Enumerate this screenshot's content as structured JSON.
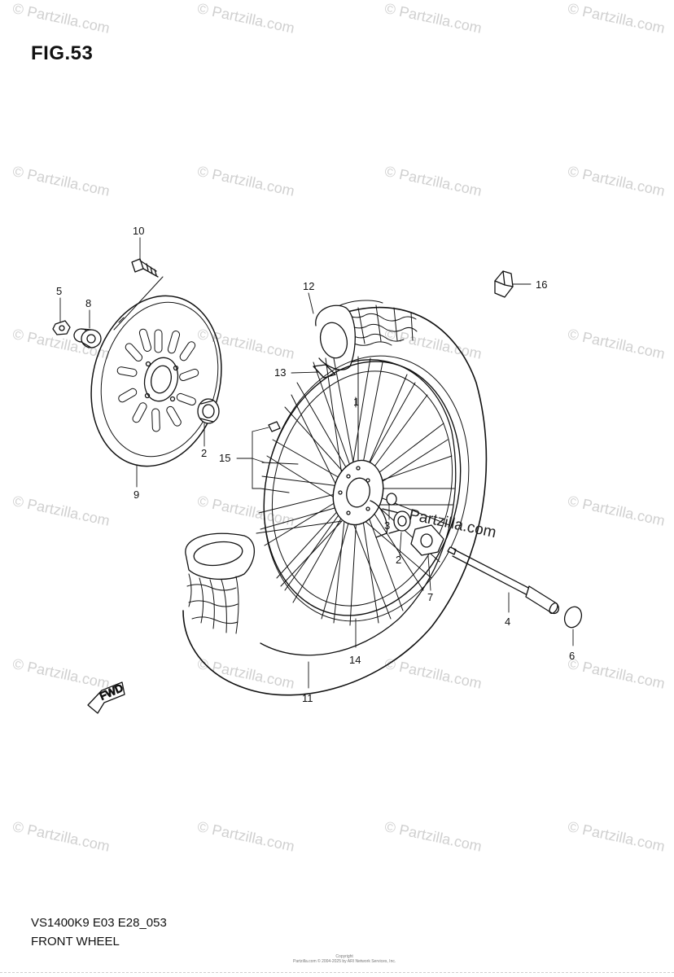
{
  "figure": {
    "title": "FIG.53",
    "model_code": "VS1400K9 E03 E28_053",
    "caption": "FRONT WHEEL",
    "fwd_label": "FWD"
  },
  "watermark": {
    "text": "© Partzilla.com",
    "text_dark": "Partzilla.com"
  },
  "copyright": {
    "line1": "Copyright",
    "line2": "Partzilla.com © 2004-2025 by ARI Network Services, Inc."
  },
  "callouts": [
    {
      "id": "1",
      "label": "1"
    },
    {
      "id": "2a",
      "label": "2"
    },
    {
      "id": "2b",
      "label": "2"
    },
    {
      "id": "3",
      "label": "3"
    },
    {
      "id": "4",
      "label": "4"
    },
    {
      "id": "5",
      "label": "5"
    },
    {
      "id": "6",
      "label": "6"
    },
    {
      "id": "7",
      "label": "7"
    },
    {
      "id": "8",
      "label": "8"
    },
    {
      "id": "9",
      "label": "9"
    },
    {
      "id": "10",
      "label": "10"
    },
    {
      "id": "11",
      "label": "11"
    },
    {
      "id": "12",
      "label": "12"
    },
    {
      "id": "13",
      "label": "13"
    },
    {
      "id": "14",
      "label": "14"
    },
    {
      "id": "15",
      "label": "15"
    },
    {
      "id": "16",
      "label": "16"
    }
  ]
}
